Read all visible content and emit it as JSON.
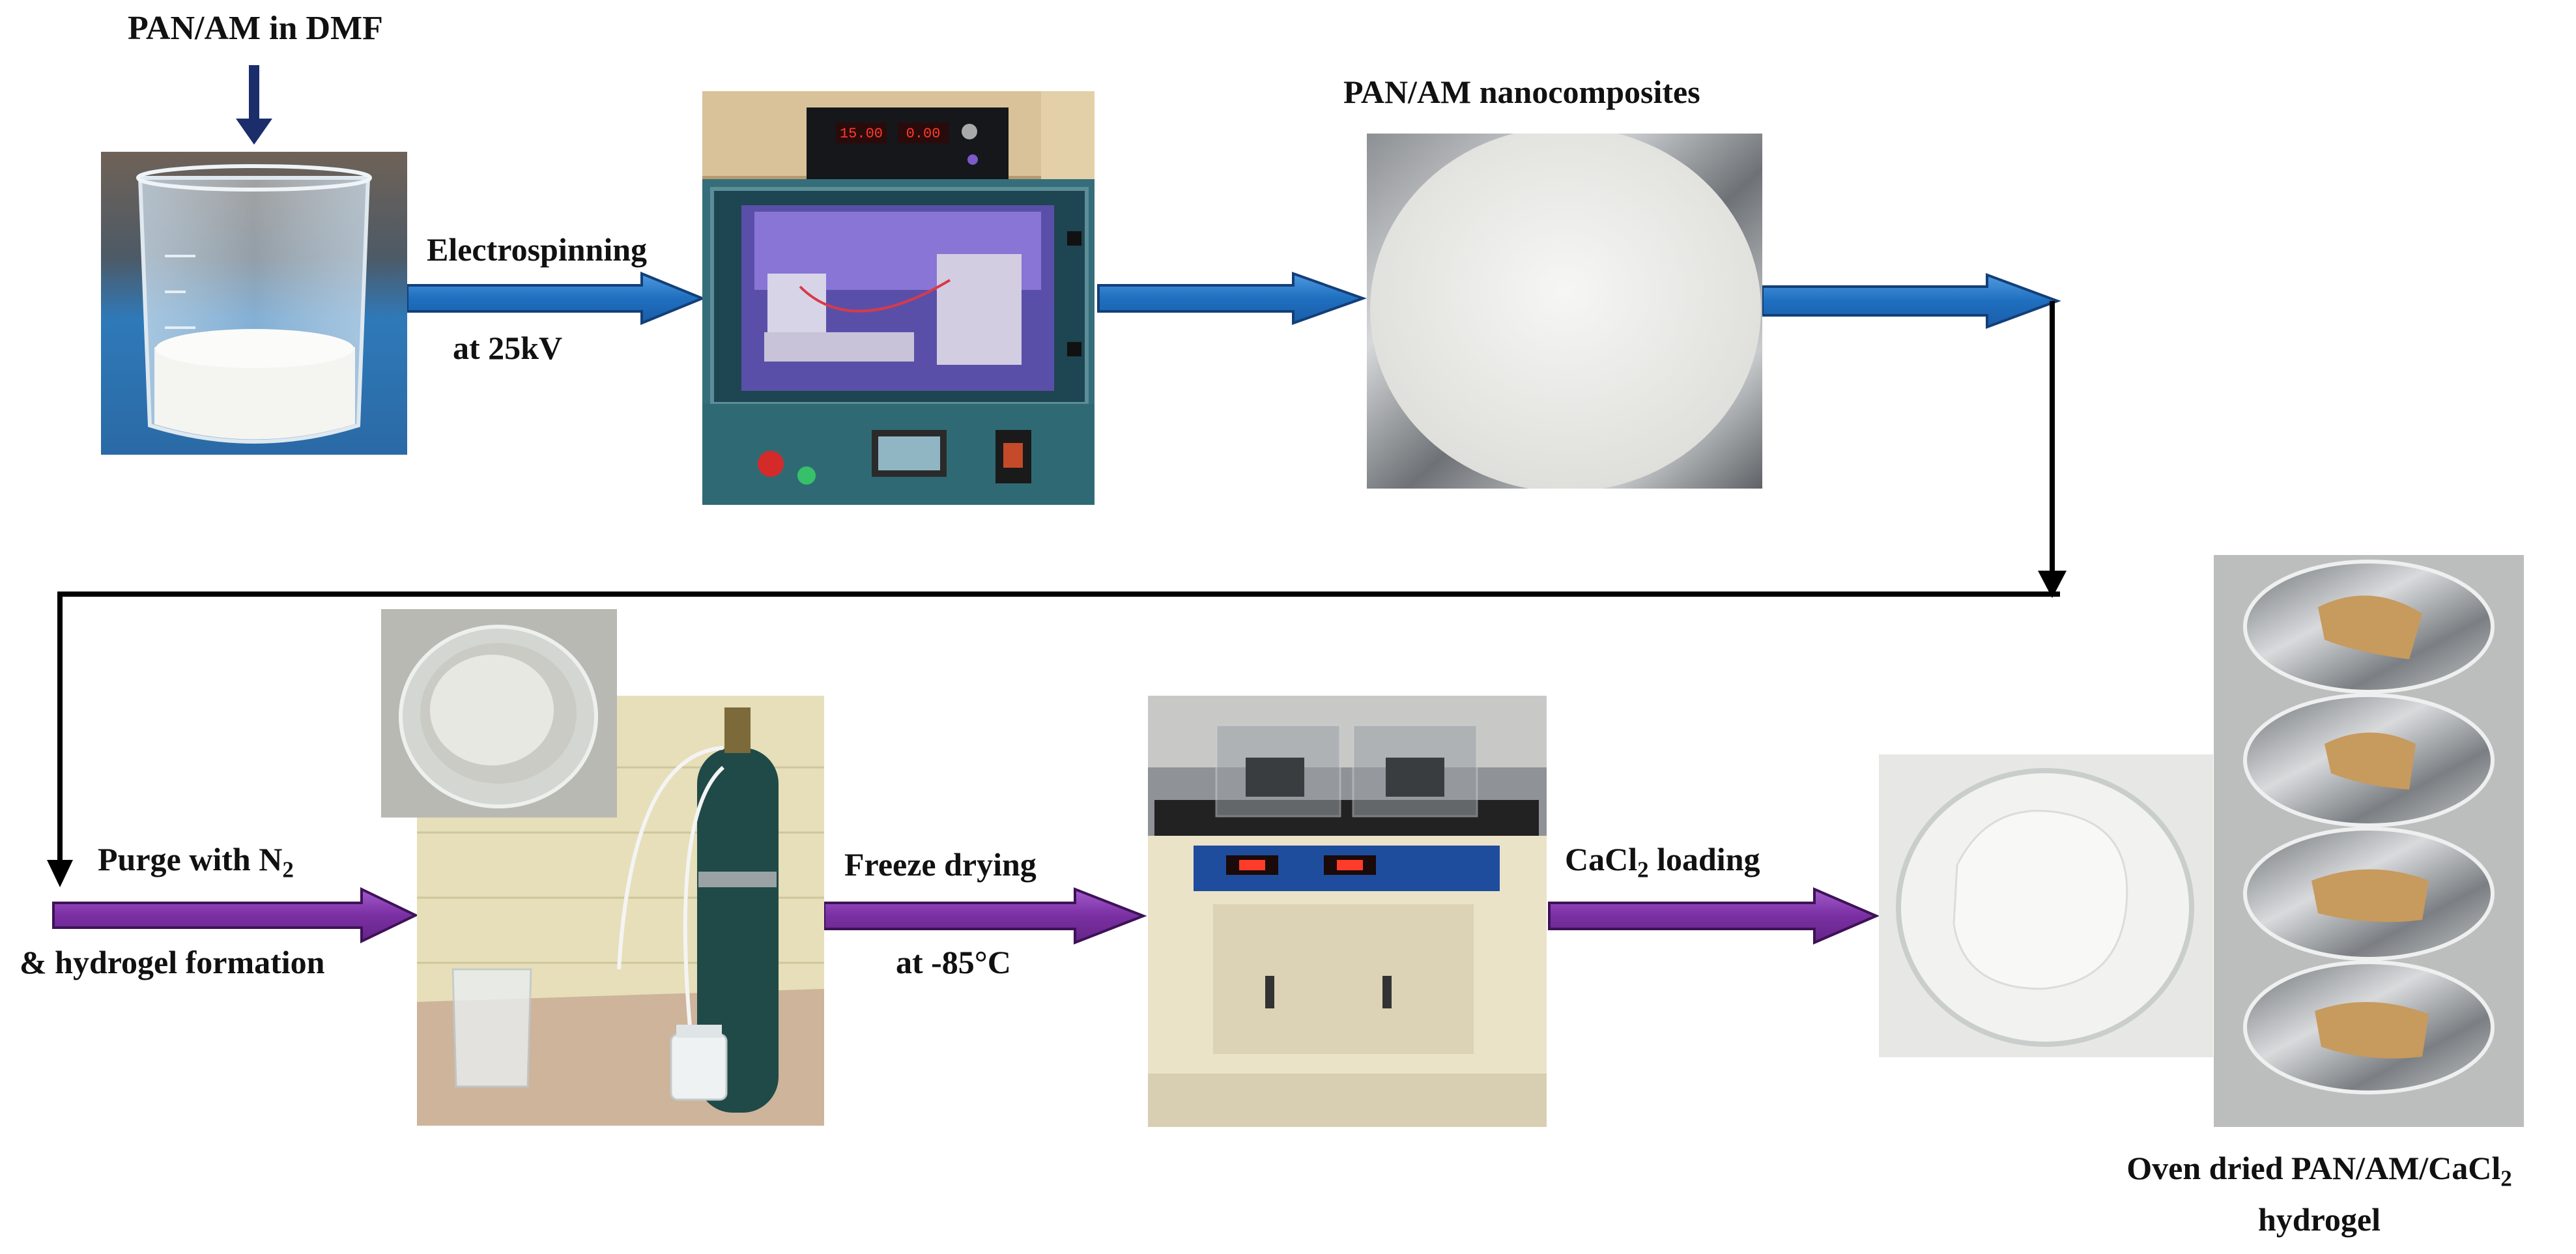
{
  "labels": {
    "start": "PAN/AM in DMF",
    "electrospinning": "Electrospinning",
    "voltage": "at 25kV",
    "nanocomposites": "PAN/AM nanocomposites",
    "purge_prefix": "Purge with N",
    "purge_sub": "2",
    "hydrogel_formation": "& hydrogel formation",
    "freeze_drying": "Freeze drying",
    "temperature": "at -85°C",
    "cacl_prefix": "CaCl",
    "cacl_sub": "2",
    "cacl_suffix": " loading",
    "final_line1_prefix": "Oven dried PAN/AM/CaCl",
    "final_line1_sub": "2",
    "final_line2": "hydrogel"
  },
  "panel_lettering": {
    "voltage_display": "15.00",
    "current_display": "0.00"
  },
  "colors": {
    "blue_arrow": "#1f6fc0",
    "blue_arrow_edge": "#133f78",
    "navy_arrow": "#1b2d6b",
    "purple_arrow": "#7a2fa2",
    "purple_arrow_edge": "#3e1257",
    "connector": "#000000"
  }
}
